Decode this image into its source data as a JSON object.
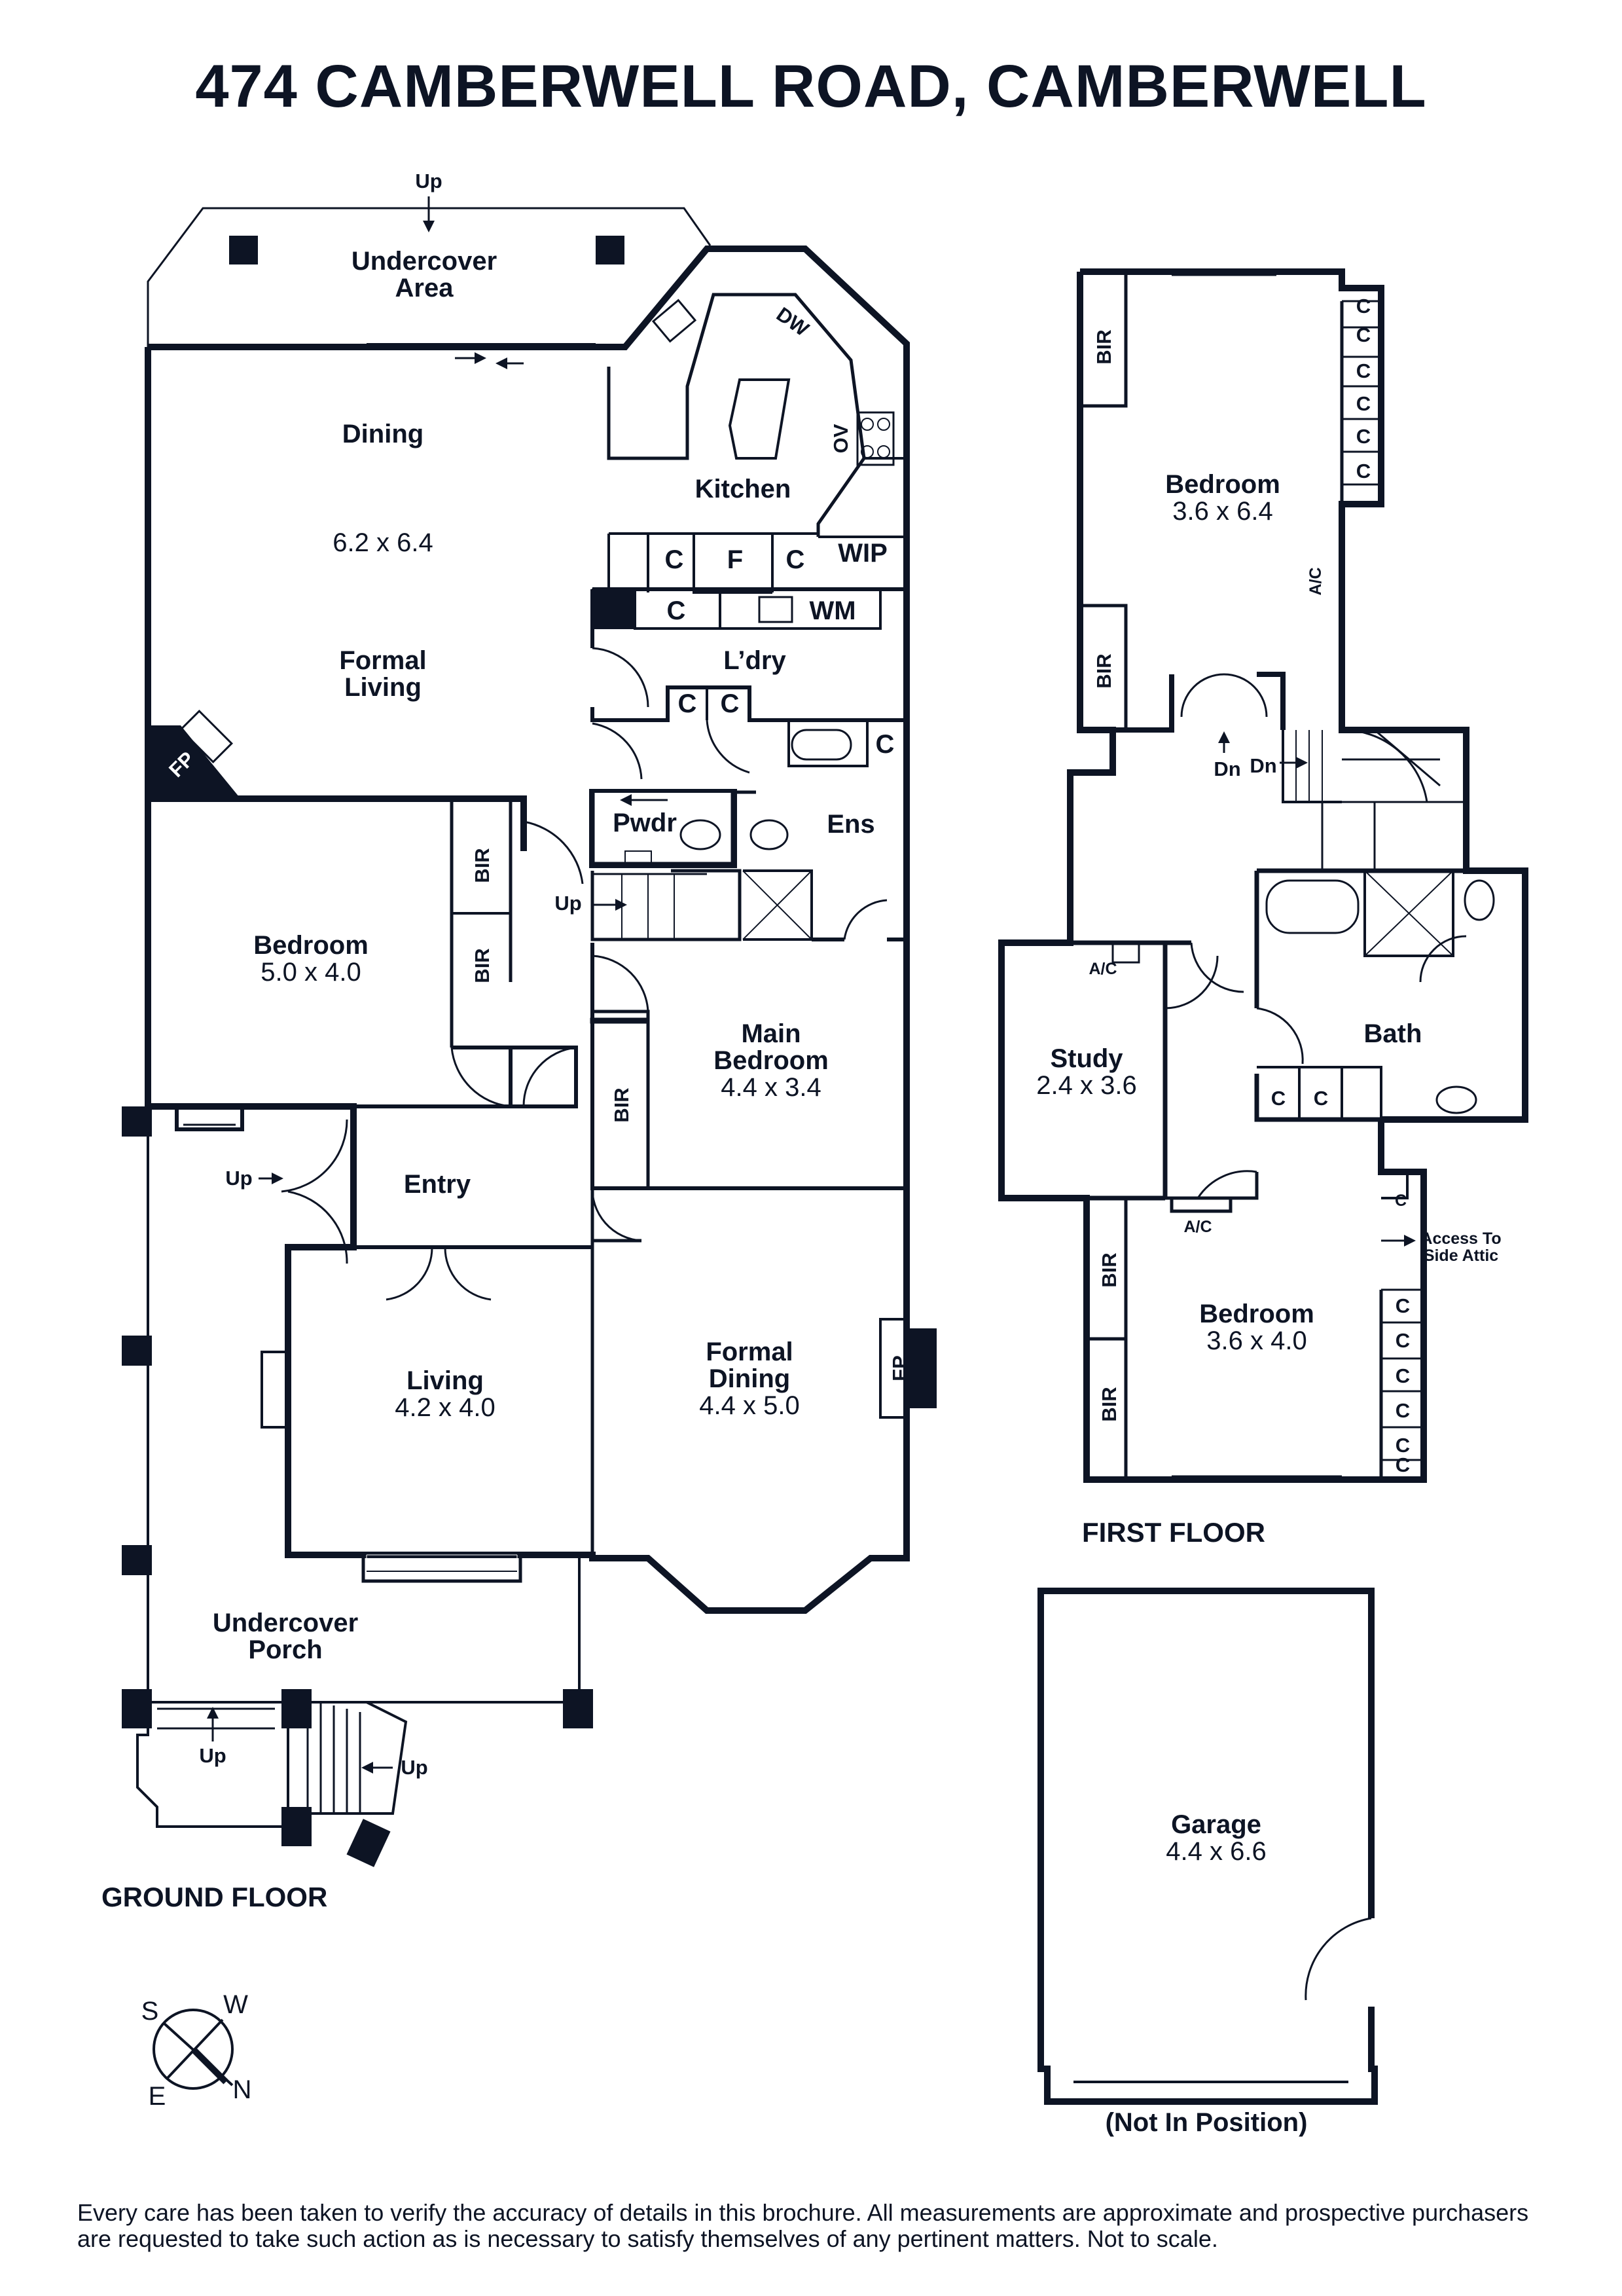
{
  "title": "474 CAMBERWELL ROAD, CAMBERWELL",
  "floors": {
    "ground": "GROUND FLOOR",
    "first": "FIRST FLOOR"
  },
  "ground_rooms": {
    "undercover_area": [
      "Undercover",
      "Area"
    ],
    "dining": "Dining",
    "dining_dims": "6.2 x 6.4",
    "formal_living": [
      "Formal",
      "Living"
    ],
    "kitchen": "Kitchen",
    "laundry": "L’dry",
    "pwdr": "Pwdr",
    "ens": "Ens",
    "bedroom": "Bedroom",
    "bedroom_dims": "5.0 x 4.0",
    "main_bedroom": [
      "Main",
      "Bedroom"
    ],
    "main_bedroom_dims": "4.4 x 3.4",
    "entry": "Entry",
    "living": "Living",
    "living_dims": "4.2 x 4.0",
    "formal_dining": [
      "Formal",
      "Dining"
    ],
    "formal_dining_dims": "4.4 x 5.0",
    "undercover_porch": [
      "Undercover",
      "Porch"
    ]
  },
  "first_rooms": {
    "bedroom1": "Bedroom",
    "bedroom1_dims": "3.6 x 6.4",
    "study": "Study",
    "study_dims": "2.4 x 3.6",
    "bath": "Bath",
    "bedroom2": "Bedroom",
    "bedroom2_dims": "3.6 x 4.0",
    "access_attic": [
      "Access To",
      "Side Attic"
    ]
  },
  "garage": {
    "name": "Garage",
    "dims": "4.4 x 6.6",
    "note": "(Not In Position)"
  },
  "labels": {
    "up": "Up",
    "dn": "Dn",
    "bir": "BIR",
    "cupboard": "C",
    "fridge": "F",
    "wip": "WIP",
    "wm": "WM",
    "dw": "DW",
    "ov": "OV",
    "fp": "FP",
    "ac": "A/C"
  },
  "compass": {
    "s": "S",
    "w": "W",
    "e": "E",
    "n": "N"
  },
  "disclaimer": "Every care has been taken to verify the accuracy of details in this brochure. All measurements are approximate and prospective purchasers are requested to take such action as is necessary to satisfy themselves of any pertinent matters. Not to scale.",
  "colors": {
    "ink": "#0d1424",
    "background": "#ffffff"
  }
}
